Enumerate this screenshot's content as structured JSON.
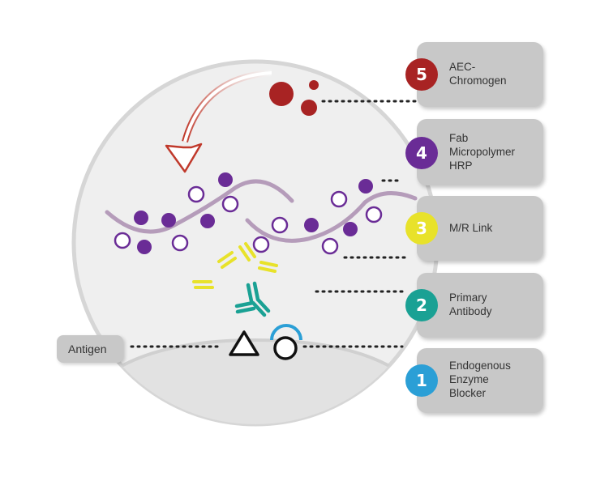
{
  "steps": [
    {
      "number": "5",
      "label": "AEC-\nChromogen",
      "color": "#a82323"
    },
    {
      "number": "4",
      "label": "Fab\nMicropolymer\nHRP",
      "color": "#6a2c96"
    },
    {
      "number": "3",
      "label": "M/R Link",
      "color": "#e8e22a"
    },
    {
      "number": "2",
      "label": "Primary\nAntibody",
      "color": "#1aa194"
    },
    {
      "number": "1",
      "label": "Endogenous\nEnzyme\nBlocker",
      "color": "#2b9fd6"
    }
  ],
  "antigen_label": "Antigen",
  "colors": {
    "polymer": "#b59cba",
    "hrp": "#6a2c96",
    "link_antibody": "#e8e22a",
    "primary_antibody": "#1aa194",
    "blocker": "#2b9fd6",
    "chromogen": "#a82323",
    "circle_fill": "#efefef",
    "circle_border": "#d6d6d6"
  }
}
